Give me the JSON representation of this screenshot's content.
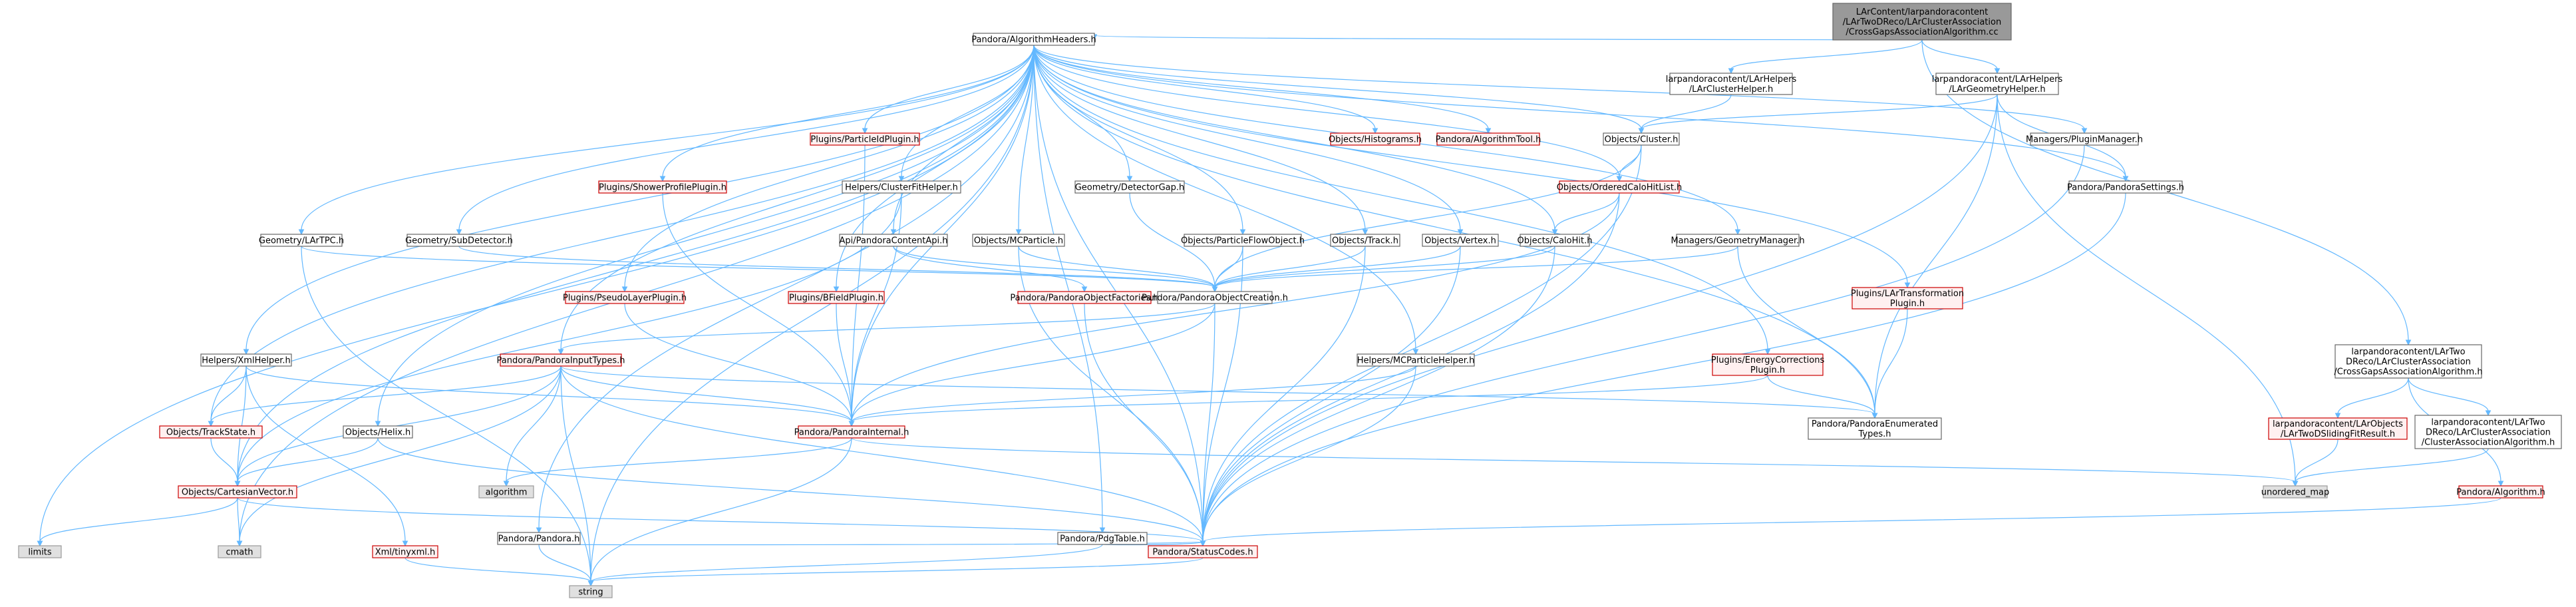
{
  "nodes": [
    {
      "id": "root",
      "lines": [
        "LArContent/larpandoracontent",
        "/LArTwoDReco/LArClusterAssociation",
        "/CrossGapsAssociationAlgorithm.cc"
      ],
      "style": "root"
    },
    {
      "id": "pah",
      "lines": [
        "Pandora/AlgorithmHeaders.h"
      ],
      "style": "normal"
    },
    {
      "id": "lch",
      "lines": [
        "larpandoracontent/LArHelpers",
        "/LArClusterHelper.h"
      ],
      "style": "normal"
    },
    {
      "id": "lgh",
      "lines": [
        "larpandoracontent/LArHelpers",
        "/LArGeometryHelper.h"
      ],
      "style": "normal"
    },
    {
      "id": "cga_h",
      "lines": [
        "larpandoracontent/LArTwo",
        "DReco/LArClusterAssociation",
        "/CrossGapsAssociationAlgorithm.h"
      ],
      "style": "normal"
    },
    {
      "id": "pfid",
      "lines": [
        "Plugins/ParticleIdPlugin.h"
      ],
      "style": "red"
    },
    {
      "id": "hist",
      "lines": [
        "Objects/Histograms.h"
      ],
      "style": "red"
    },
    {
      "id": "atool",
      "lines": [
        "Pandora/AlgorithmTool.h"
      ],
      "style": "red"
    },
    {
      "id": "cluster",
      "lines": [
        "Objects/Cluster.h"
      ],
      "style": "normal"
    },
    {
      "id": "plugmgr",
      "lines": [
        "Managers/PluginManager.h"
      ],
      "style": "normal"
    },
    {
      "id": "showp",
      "lines": [
        "Plugins/ShowerProfilePlugin.h"
      ],
      "style": "red"
    },
    {
      "id": "cfh",
      "lines": [
        "Helpers/ClusterFitHelper.h"
      ],
      "style": "normal"
    },
    {
      "id": "detgap",
      "lines": [
        "Geometry/DetectorGap.h"
      ],
      "style": "normal"
    },
    {
      "id": "ocl",
      "lines": [
        "Objects/OrderedCaloHitList.h"
      ],
      "style": "red"
    },
    {
      "id": "psettings",
      "lines": [
        "Pandora/PandoraSettings.h"
      ],
      "style": "normal"
    },
    {
      "id": "lartpc",
      "lines": [
        "Geometry/LArTPC.h"
      ],
      "style": "normal"
    },
    {
      "id": "subdet",
      "lines": [
        "Geometry/SubDetector.h"
      ],
      "style": "normal"
    },
    {
      "id": "pcapi",
      "lines": [
        "Api/PandoraContentApi.h"
      ],
      "style": "normal"
    },
    {
      "id": "mcp",
      "lines": [
        "Objects/MCParticle.h"
      ],
      "style": "normal"
    },
    {
      "id": "pfo",
      "lines": [
        "Objects/ParticleFlowObject.h"
      ],
      "style": "normal"
    },
    {
      "id": "track",
      "lines": [
        "Objects/Track.h"
      ],
      "style": "normal"
    },
    {
      "id": "vertex",
      "lines": [
        "Objects/Vertex.h"
      ],
      "style": "normal"
    },
    {
      "id": "calohit",
      "lines": [
        "Objects/CaloHit.h"
      ],
      "style": "normal"
    },
    {
      "id": "geomgr",
      "lines": [
        "Managers/GeometryManager.h"
      ],
      "style": "normal"
    },
    {
      "id": "lartrans",
      "lines": [
        "Plugins/LArTransformation",
        "Plugin.h"
      ],
      "style": "red"
    },
    {
      "id": "pseudo",
      "lines": [
        "Plugins/PseudoLayerPlugin.h"
      ],
      "style": "red"
    },
    {
      "id": "bfield",
      "lines": [
        "Plugins/BFieldPlugin.h"
      ],
      "style": "red"
    },
    {
      "id": "pof",
      "lines": [
        "Pandora/PandoraObjectFactories.h"
      ],
      "style": "red"
    },
    {
      "id": "poc",
      "lines": [
        "Pandora/PandoraObjectCreation.h"
      ],
      "style": "normal"
    },
    {
      "id": "xmlh",
      "lines": [
        "Helpers/XmlHelper.h"
      ],
      "style": "normal"
    },
    {
      "id": "pit",
      "lines": [
        "Pandora/PandoraInputTypes.h"
      ],
      "style": "red"
    },
    {
      "id": "mcph",
      "lines": [
        "Helpers/MCParticleHelper.h"
      ],
      "style": "normal"
    },
    {
      "id": "ecorr",
      "lines": [
        "Plugins/EnergyCorrections",
        "Plugin.h"
      ],
      "style": "red"
    },
    {
      "id": "trackstate",
      "lines": [
        "Objects/TrackState.h"
      ],
      "style": "red"
    },
    {
      "id": "helix",
      "lines": [
        "Objects/Helix.h"
      ],
      "style": "normal"
    },
    {
      "id": "pint",
      "lines": [
        "Pandora/PandoraInternal.h"
      ],
      "style": "red"
    },
    {
      "id": "penum",
      "lines": [
        "Pandora/PandoraEnumerated",
        "Types.h"
      ],
      "style": "normal"
    },
    {
      "id": "l2dsf",
      "lines": [
        "larpandoracontent/LArObjects",
        "/LArTwoDSlidingFitResult.h"
      ],
      "style": "red"
    },
    {
      "id": "caa",
      "lines": [
        "larpandoracontent/LArTwo",
        "DReco/LArClusterAssociation",
        "/ClusterAssociationAlgorithm.h"
      ],
      "style": "normal"
    },
    {
      "id": "cartvec",
      "lines": [
        "Objects/CartesianVector.h"
      ],
      "style": "red"
    },
    {
      "id": "algorithm",
      "lines": [
        "algorithm"
      ],
      "style": "grey"
    },
    {
      "id": "umap",
      "lines": [
        "unordered_map"
      ],
      "style": "grey"
    },
    {
      "id": "palg",
      "lines": [
        "Pandora/Algorithm.h"
      ],
      "style": "red"
    },
    {
      "id": "pandora",
      "lines": [
        "Pandora/Pandora.h"
      ],
      "style": "normal"
    },
    {
      "id": "pdgt",
      "lines": [
        "Pandora/PdgTable.h"
      ],
      "style": "normal"
    },
    {
      "id": "limits",
      "lines": [
        "limits"
      ],
      "style": "grey"
    },
    {
      "id": "cmath",
      "lines": [
        "cmath"
      ],
      "style": "grey"
    },
    {
      "id": "tinyxml",
      "lines": [
        "Xml/tinyxml.h"
      ],
      "style": "red"
    },
    {
      "id": "status",
      "lines": [
        "Pandora/StatusCodes.h"
      ],
      "style": "red"
    },
    {
      "id": "string",
      "lines": [
        "string"
      ],
      "style": "grey"
    }
  ],
  "edges": [
    [
      "root",
      "pah"
    ],
    [
      "root",
      "lch"
    ],
    [
      "root",
      "lgh"
    ],
    [
      "root",
      "cga_h"
    ],
    [
      "lch",
      "cluster"
    ],
    [
      "lgh",
      "psettings"
    ],
    [
      "lgh",
      "penum"
    ],
    [
      "lgh",
      "status"
    ],
    [
      "lgh",
      "umap"
    ],
    [
      "lgh",
      "cluster"
    ],
    [
      "cga_h",
      "l2dsf"
    ],
    [
      "cga_h",
      "caa"
    ],
    [
      "cga_h",
      "palg"
    ],
    [
      "caa",
      "umap"
    ],
    [
      "l2dsf",
      "umap"
    ],
    [
      "palg",
      "status"
    ],
    [
      "pah",
      "pfid"
    ],
    [
      "pah",
      "hist"
    ],
    [
      "pah",
      "atool"
    ],
    [
      "pah",
      "cluster"
    ],
    [
      "pah",
      "plugmgr"
    ],
    [
      "pah",
      "showp"
    ],
    [
      "pah",
      "cfh"
    ],
    [
      "pah",
      "detgap"
    ],
    [
      "pah",
      "ocl"
    ],
    [
      "pah",
      "psettings"
    ],
    [
      "pah",
      "lartpc"
    ],
    [
      "pah",
      "subdet"
    ],
    [
      "pah",
      "pcapi"
    ],
    [
      "pah",
      "mcp"
    ],
    [
      "pah",
      "pfo"
    ],
    [
      "pah",
      "track"
    ],
    [
      "pah",
      "vertex"
    ],
    [
      "pah",
      "calohit"
    ],
    [
      "pah",
      "geomgr"
    ],
    [
      "pah",
      "lartrans"
    ],
    [
      "pah",
      "pseudo"
    ],
    [
      "pah",
      "bfield"
    ],
    [
      "pah",
      "xmlh"
    ],
    [
      "pah",
      "pit"
    ],
    [
      "pah",
      "mcph"
    ],
    [
      "pah",
      "ecorr"
    ],
    [
      "pah",
      "trackstate"
    ],
    [
      "pah",
      "helix"
    ],
    [
      "pah",
      "pint"
    ],
    [
      "pah",
      "penum"
    ],
    [
      "pah",
      "cartvec"
    ],
    [
      "pah",
      "pandora"
    ],
    [
      "pah",
      "pdgt"
    ],
    [
      "pah",
      "limits"
    ],
    [
      "pah",
      "cmath"
    ],
    [
      "pah",
      "string"
    ],
    [
      "pah",
      "status"
    ],
    [
      "pfid",
      "pint"
    ],
    [
      "showp",
      "pint"
    ],
    [
      "pseudo",
      "pint"
    ],
    [
      "bfield",
      "pint"
    ],
    [
      "lartrans",
      "penum"
    ],
    [
      "ecorr",
      "penum"
    ],
    [
      "ecorr",
      "pint"
    ],
    [
      "cluster",
      "ocl"
    ],
    [
      "cluster",
      "poc"
    ],
    [
      "cluster",
      "status"
    ],
    [
      "ocl",
      "calohit"
    ],
    [
      "ocl",
      "pint"
    ],
    [
      "ocl",
      "status"
    ],
    [
      "cfh",
      "cartvec"
    ],
    [
      "cfh",
      "pint"
    ],
    [
      "detgap",
      "poc"
    ],
    [
      "lartpc",
      "poc"
    ],
    [
      "lartpc",
      "string"
    ],
    [
      "subdet",
      "poc"
    ],
    [
      "pcapi",
      "poc"
    ],
    [
      "pcapi",
      "pof"
    ],
    [
      "mcp",
      "poc"
    ],
    [
      "mcp",
      "status"
    ],
    [
      "pfo",
      "poc"
    ],
    [
      "pfo",
      "status"
    ],
    [
      "track",
      "poc"
    ],
    [
      "track",
      "status"
    ],
    [
      "vertex",
      "poc"
    ],
    [
      "vertex",
      "status"
    ],
    [
      "calohit",
      "poc"
    ],
    [
      "calohit",
      "status"
    ],
    [
      "geomgr",
      "poc"
    ],
    [
      "geomgr",
      "penum"
    ],
    [
      "pof",
      "status"
    ],
    [
      "poc",
      "pit"
    ],
    [
      "poc",
      "pint"
    ],
    [
      "poc",
      "status"
    ],
    [
      "plugmgr",
      "status"
    ],
    [
      "psettings",
      "status"
    ],
    [
      "xmlh",
      "trackstate"
    ],
    [
      "xmlh",
      "cartvec"
    ],
    [
      "xmlh",
      "tinyxml"
    ],
    [
      "xmlh",
      "pint"
    ],
    [
      "pit",
      "trackstate"
    ],
    [
      "pit",
      "cartvec"
    ],
    [
      "pit",
      "pint"
    ],
    [
      "pit",
      "penum"
    ],
    [
      "pit",
      "status"
    ],
    [
      "pit",
      "algorithm"
    ],
    [
      "pit",
      "string"
    ],
    [
      "pit",
      "cmath"
    ],
    [
      "trackstate",
      "cartvec"
    ],
    [
      "helix",
      "cartvec"
    ],
    [
      "helix",
      "status"
    ],
    [
      "cartvec",
      "limits"
    ],
    [
      "cartvec",
      "cmath"
    ],
    [
      "cartvec",
      "status"
    ],
    [
      "pint",
      "algorithm"
    ],
    [
      "pint",
      "umap"
    ],
    [
      "pint",
      "string"
    ],
    [
      "mcph",
      "pint"
    ],
    [
      "mcph",
      "status"
    ],
    [
      "pandora",
      "status"
    ],
    [
      "pandora",
      "string"
    ],
    [
      "pdgt",
      "status"
    ],
    [
      "pdgt",
      "string"
    ],
    [
      "tinyxml",
      "string"
    ],
    [
      "status",
      "string"
    ]
  ]
}
